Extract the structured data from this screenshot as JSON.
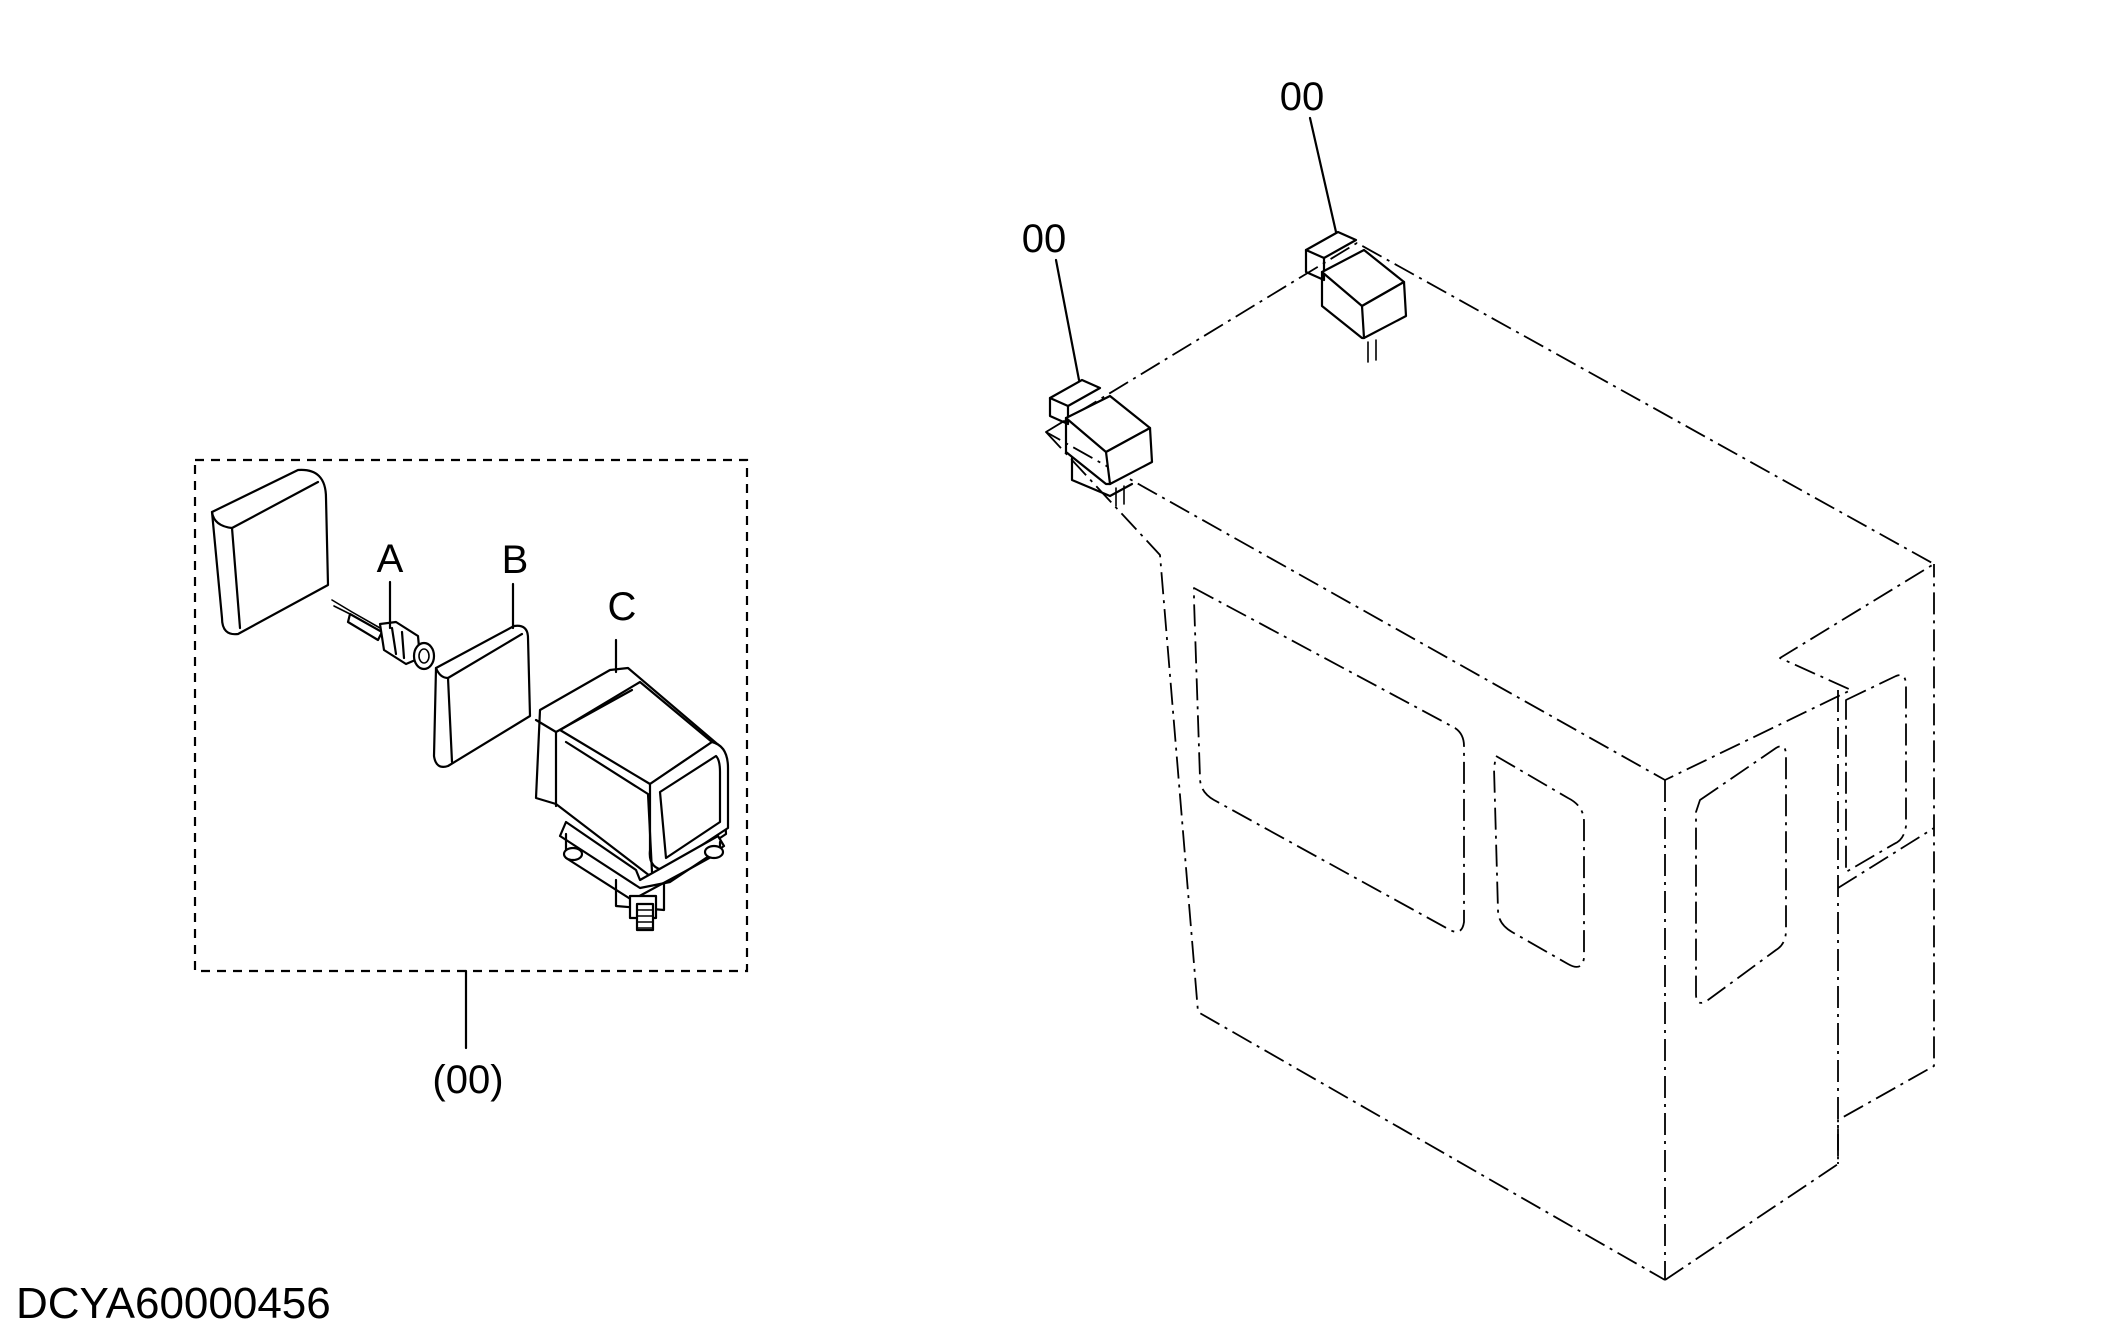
{
  "diagram": {
    "callouts": {
      "top_right": "00",
      "top_left": "00",
      "part_a": "A",
      "part_b": "B",
      "part_c": "C",
      "assembly": "(00)"
    },
    "drawing_code": "DCYA60000456"
  }
}
